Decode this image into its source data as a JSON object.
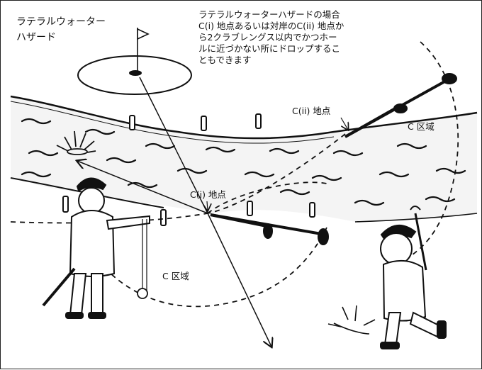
{
  "labels": {
    "title": "ラテラルウォーター\nハザード",
    "note": "ラテラルウォーターハザードの場合\nC(i) 地点あるいは対岸のC(ii) 地点か\nら2クラブレングス以内でかつホー\nルに近づかない所にドロップするこ\nともできます",
    "point_ii": "C(ii) 地点",
    "zone_right": "C 区域",
    "point_i": "C(i) 地点",
    "zone_left": "C 区域"
  },
  "icons": {
    "flag": "flag-icon",
    "cup": "cup-icon",
    "ball": "golf-ball-icon",
    "club": "golf-club-icon",
    "stake": "hazard-stake-icon",
    "splash": "splash-icon",
    "arrow": "arrow-icon"
  },
  "colors": {
    "ink": "#111111",
    "background": "#ffffff",
    "water": "#f2f2f2"
  }
}
